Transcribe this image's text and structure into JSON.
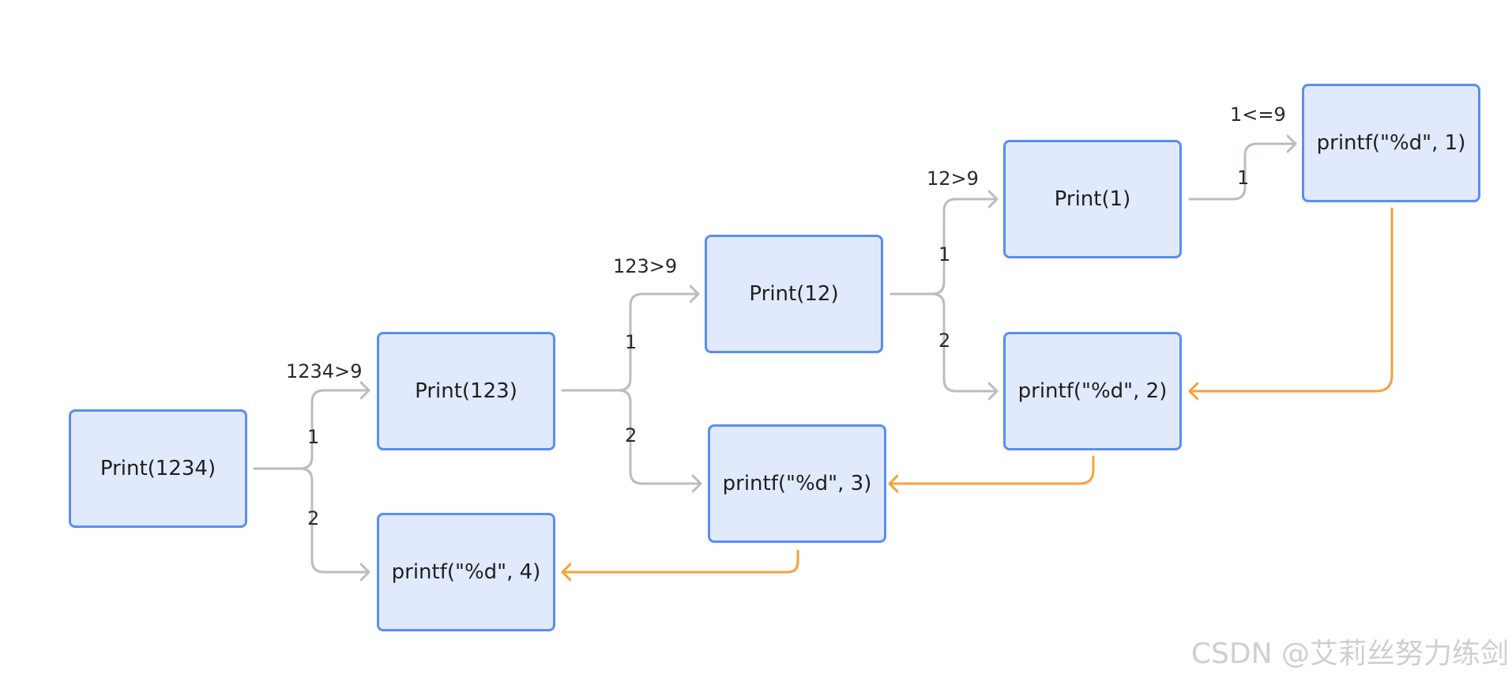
{
  "nodes": {
    "print_1234": "Print(1234)",
    "print_123": "Print(123)",
    "print_12": "Print(12)",
    "print_1": "Print(1)",
    "printf_1": "printf(\"%d\", 1)",
    "printf_2": "printf(\"%d\", 2)",
    "printf_3": "printf(\"%d\", 3)",
    "printf_4": "printf(\"%d\", 4)"
  },
  "edge_labels": {
    "cond_1234": "1234>9",
    "cond_123": "123>9",
    "cond_12": "12>9",
    "cond_1": "1<=9",
    "branch_1": "1",
    "branch_2": "2"
  },
  "colors": {
    "node_fill": "#e1e9fc",
    "node_border": "#5a8ef2",
    "call_edge": "#b8bcc4",
    "return_edge": "#f5a23a"
  },
  "watermark": "CSDN @艾莉丝努力练剑"
}
